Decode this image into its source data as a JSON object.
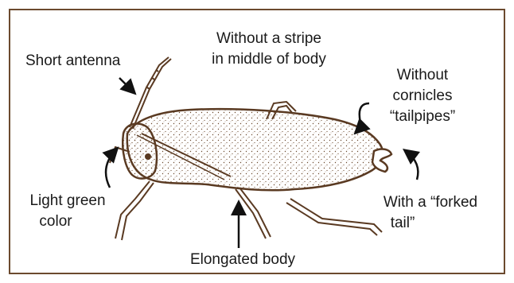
{
  "figure": {
    "labels": {
      "short_antenna": "Short antenna",
      "no_stripe_line1": "Without a stripe",
      "no_stripe_line2": "in middle of body",
      "no_cornicles_line1": "Without",
      "no_cornicles_line2": "cornicles",
      "no_cornicles_line3": "“tailpipes”",
      "light_green_line1": "Light green",
      "light_green_line2": "color",
      "forked_tail_line1": "With a “forked",
      "forked_tail_line2": "tail”",
      "elongated_body": "Elongated body"
    },
    "colors": {
      "frame": "#6b4a2e",
      "insect_outline": "#5a3a22",
      "text": "#1a1a1a",
      "arrow": "#111111"
    }
  }
}
